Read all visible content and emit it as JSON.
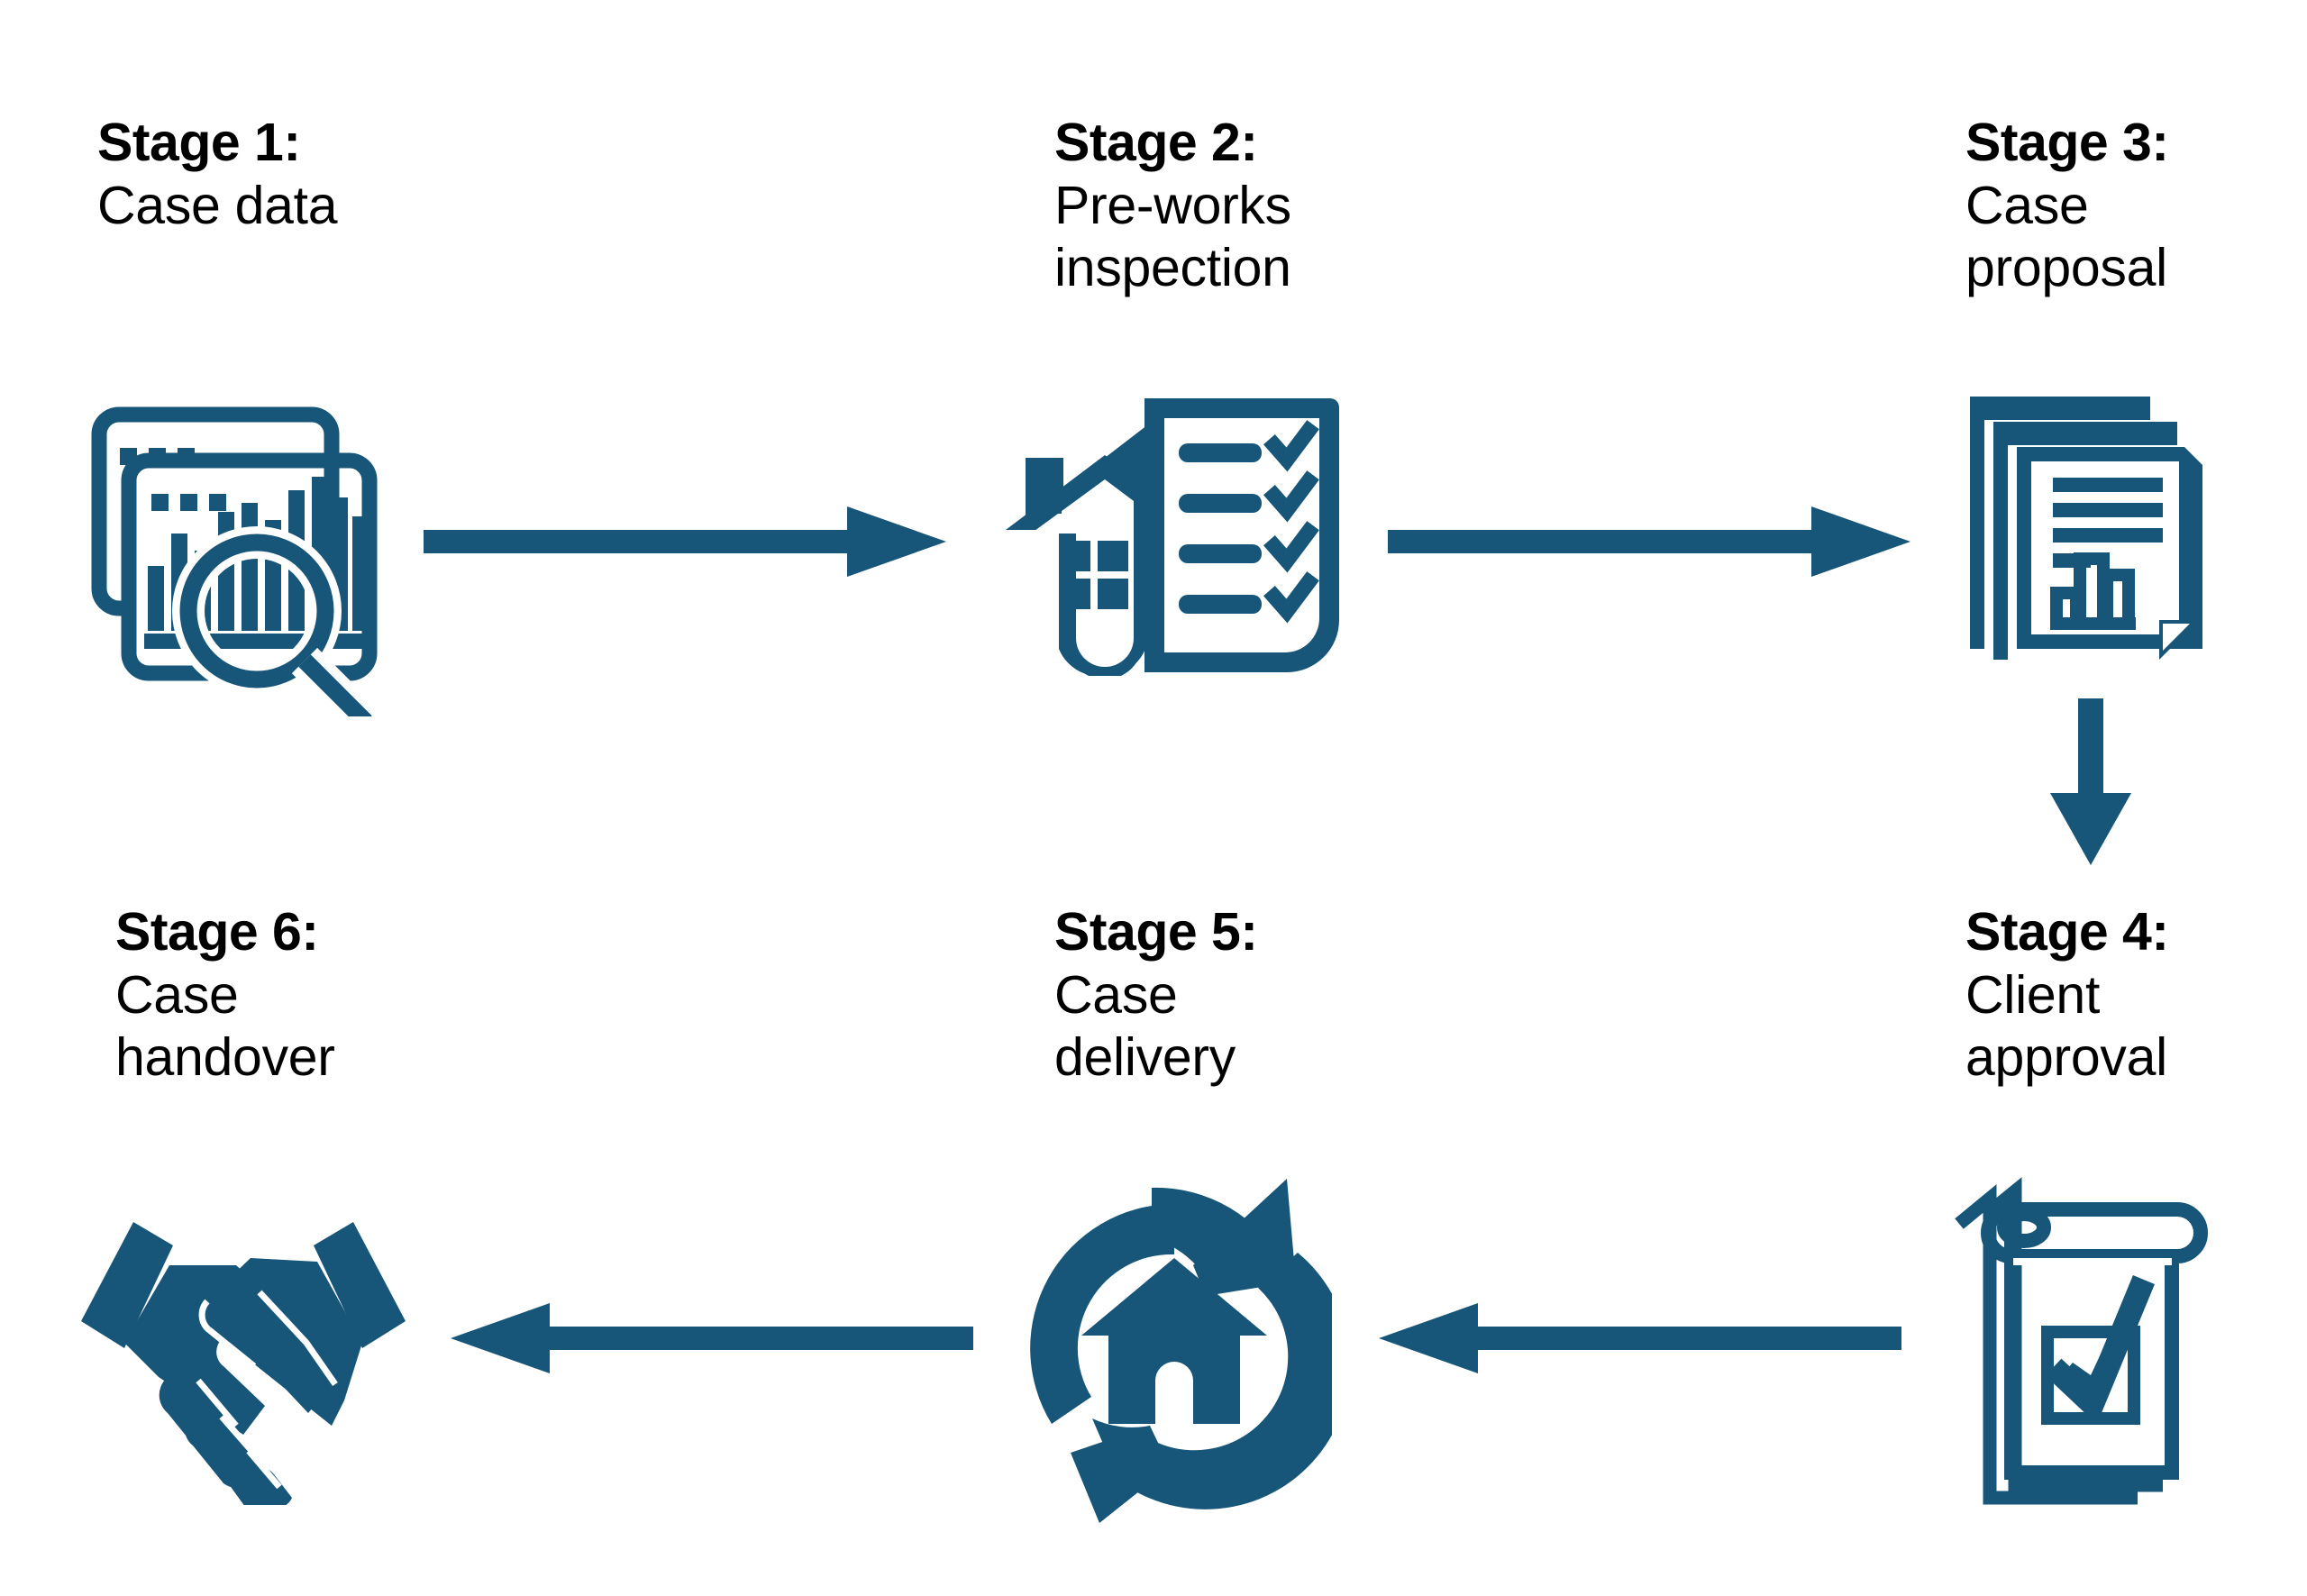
{
  "diagram": {
    "title": "Case process stages flow",
    "accent_color": "#175678",
    "text_color": "#000000",
    "background_color": "#ffffff"
  },
  "stages": [
    {
      "id": "stage-1",
      "title": "Stage 1:",
      "description": "Case data",
      "icon": "data-analysis-windows-magnifier-icon"
    },
    {
      "id": "stage-2",
      "title": "Stage 2:",
      "description": "Pre-works\ninspection",
      "icon": "house-checklist-clipboard-icon"
    },
    {
      "id": "stage-3",
      "title": "Stage 3:",
      "description": "Case\nproposal",
      "icon": "stacked-documents-report-icon"
    },
    {
      "id": "stage-4",
      "title": "Stage 4:",
      "description": "Client\napproval",
      "icon": "signed-document-checkbox-icon"
    },
    {
      "id": "stage-5",
      "title": "Stage 5:",
      "description": "Case\ndelivery",
      "icon": "house-refresh-cycle-icon"
    },
    {
      "id": "stage-6",
      "title": "Stage 6:",
      "description": "Case\nhandover",
      "icon": "handshake-icon"
    }
  ],
  "connectors": [
    {
      "id": "arrow-1-to-2",
      "direction": "right"
    },
    {
      "id": "arrow-2-to-3",
      "direction": "right"
    },
    {
      "id": "arrow-3-to-4",
      "direction": "down"
    },
    {
      "id": "arrow-4-to-5",
      "direction": "left"
    },
    {
      "id": "arrow-5-to-6",
      "direction": "left"
    }
  ]
}
